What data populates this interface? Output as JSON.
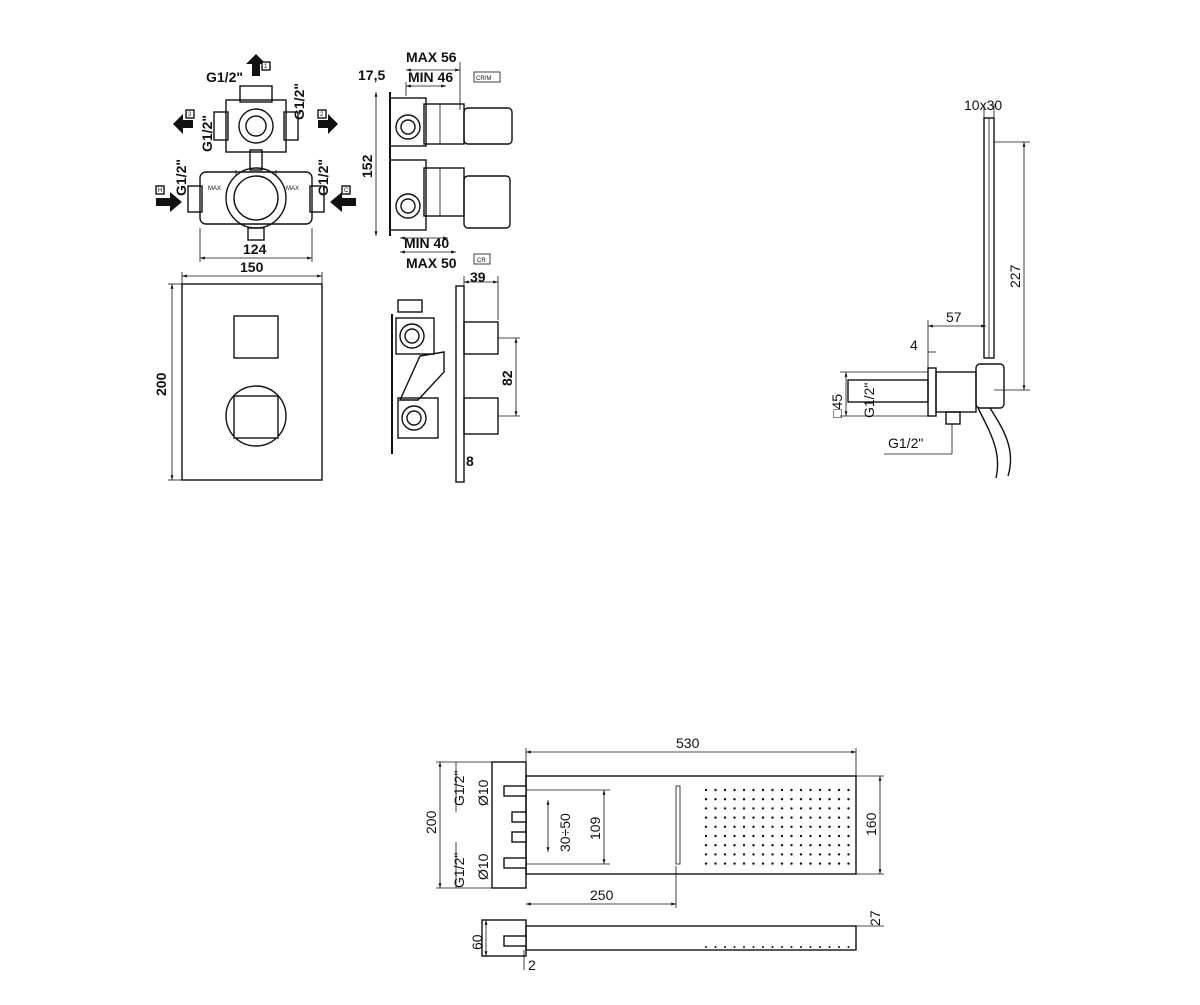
{
  "mixer_top": {
    "g_top": "G1/2\"",
    "g_top_right": "G1/2\"",
    "g_left_mid": "G1/2\"",
    "g_left_low": "G1/2\"",
    "g_right_low": "G1/2\"",
    "port_1": "1",
    "port_2": "2",
    "port_3": "3",
    "port_h": "H",
    "port_c": "C",
    "max_left": "MAX",
    "max_right": "MAX",
    "dim_124": "124"
  },
  "mixer_side": {
    "dim_17_5": "17,5",
    "max_56": "MAX 56",
    "min_46": "MIN 46",
    "badge_crm": "CR/M",
    "dim_152": "152",
    "min_40": "MIN 40",
    "max_50": "MAX 50",
    "badge_cr": "CR"
  },
  "plate_front": {
    "dim_150": "150",
    "dim_200": "200"
  },
  "plate_side": {
    "dim_39": "39",
    "dim_82": "82",
    "dim_8": "8"
  },
  "handshower": {
    "dim_10x30": "10x30",
    "dim_227": "227",
    "dim_57": "57",
    "dim_4": "4",
    "dim_45": "□45",
    "g_vertical": "G1/2\"",
    "g_bottom": "G1/2\""
  },
  "rainhead": {
    "dim_530": "530",
    "dim_200": "200",
    "g_top": "G1/2\"",
    "dia_top": "Ø10",
    "dim_30_50": "30÷50",
    "dim_109": "109",
    "g_bottom": "G1/2\"",
    "dia_bottom": "Ø10",
    "dim_250": "250",
    "dim_160": "160",
    "dim_60": "60",
    "dim_2": "2",
    "dim_27": "27"
  }
}
